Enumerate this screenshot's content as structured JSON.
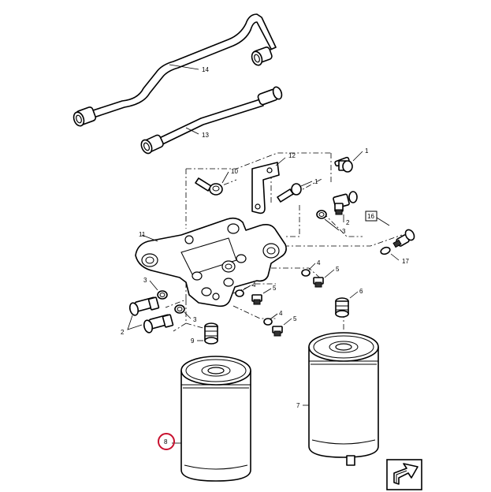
{
  "diagram": {
    "callouts": {
      "c1a": "1",
      "c1b": "1",
      "c2a": "2",
      "c2b": "2",
      "c3a": "3",
      "c3b": "3",
      "c3c": "3",
      "c4a": "4",
      "c4b": "4",
      "c4c": "4",
      "c5a": "5",
      "c5b": "5",
      "c5c": "5",
      "c6": "6",
      "c7": "7",
      "c8": "8",
      "c9": "9",
      "c10": "10",
      "c11": "11",
      "c12": "12",
      "c13": "13",
      "c14": "14",
      "c16": "16",
      "c17": "17"
    },
    "highlight_color": "#c8102e",
    "nav_icon": "next-page-arrow-icon"
  }
}
